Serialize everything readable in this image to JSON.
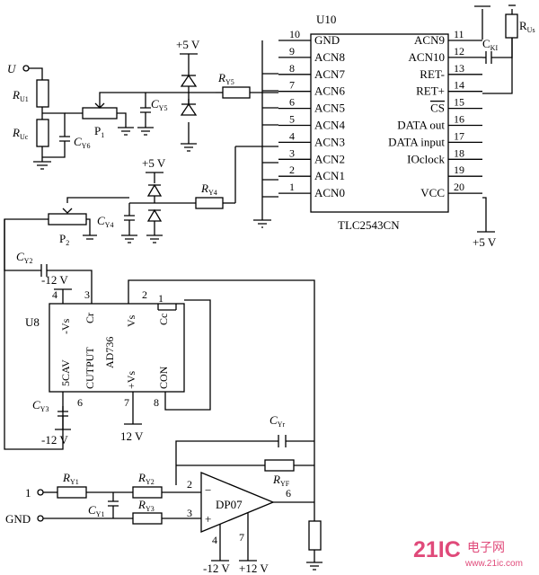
{
  "u10": {
    "ref": "U10",
    "part": "TLC2543CN",
    "left_pins": [
      {
        "num": "10",
        "name": "GND"
      },
      {
        "num": "9",
        "name": "ACN8"
      },
      {
        "num": "8",
        "name": "ACN7"
      },
      {
        "num": "7",
        "name": "ACN6"
      },
      {
        "num": "6",
        "name": "ACN5"
      },
      {
        "num": "5",
        "name": "ACN4"
      },
      {
        "num": "4",
        "name": "ACN3"
      },
      {
        "num": "3",
        "name": "ACN2"
      },
      {
        "num": "2",
        "name": "ACN1"
      },
      {
        "num": "1",
        "name": "ACN0"
      }
    ],
    "right_pins": [
      {
        "num": "11",
        "name": "ACN9"
      },
      {
        "num": "12",
        "name": "ACN10"
      },
      {
        "num": "13",
        "name": "RET-"
      },
      {
        "num": "14",
        "name": "RET+"
      },
      {
        "num": "15",
        "name": "CS"
      },
      {
        "num": "16",
        "name": "DATA out"
      },
      {
        "num": "17",
        "name": "DATA  input"
      },
      {
        "num": "18",
        "name": "IOclock"
      },
      {
        "num": "19",
        "name": ""
      },
      {
        "num": "20",
        "name": "VCC"
      }
    ]
  },
  "u8": {
    "ref": "U8",
    "part": "AD736",
    "pin_labels": [
      "-Vs",
      "Cr",
      "Vs",
      "Cc",
      "5CAV",
      "CUTPUT",
      "+Vs",
      "CON"
    ],
    "pin_numbers": [
      "4",
      "3",
      "2",
      "1",
      "6",
      "7",
      "8"
    ]
  },
  "opamp": {
    "part": "DP07",
    "in_minus_pin": "2",
    "in_plus_pin": "3",
    "out_pin": "6",
    "vneg_pin": "4",
    "vpos_pin": "7"
  },
  "components": {
    "Rus": "R",
    "Rus_sub": "Us",
    "Cki": "C",
    "Cki_sub": "KI",
    "Ry5": "R",
    "Ry5_sub": "Y5",
    "Cy5": "C",
    "Cy5_sub": "Y5",
    "Ru1": "R",
    "Ru1_sub": "U1",
    "Ruc": "R",
    "Ruc_sub": "Uc",
    "Cy6": "C",
    "Cy6_sub": "Y6",
    "P1": "P",
    "P1_sub": "1",
    "Ry4": "R",
    "Ry4_sub": "Y4",
    "Cy4": "C",
    "Cy4_sub": "Y4",
    "P2": "P",
    "P2_sub": "2",
    "Cy2": "C",
    "Cy2_sub": "Y2",
    "Cy3": "C",
    "Cy3_sub": "Y3",
    "Cyr": "C",
    "Cyr_sub": "Yr",
    "Ryf": "R",
    "Ryf_sub": "YF",
    "Ry1": "R",
    "Ry1_sub": "Y1",
    "Ry2": "R",
    "Ry2_sub": "Y2",
    "Ry3": "R",
    "Ry3_sub": "Y3",
    "Cy1": "C",
    "Cy1_sub": "Y1"
  },
  "supplies": {
    "p5v_a": "+5 V",
    "p5v_b": "+5 V",
    "p5v_vcc": "+5 V",
    "m12v_top": "-12 V",
    "m12v_bot": "-12 V",
    "p12v": "12 V",
    "op_m12": "-12 V",
    "op_p12": "+12 V"
  },
  "inputs": {
    "u_label": "U",
    "in1": "1",
    "gnd": "GND"
  },
  "watermark": {
    "brand": "21IC",
    "cn": "电子网",
    "url": "www.21ic.com"
  }
}
